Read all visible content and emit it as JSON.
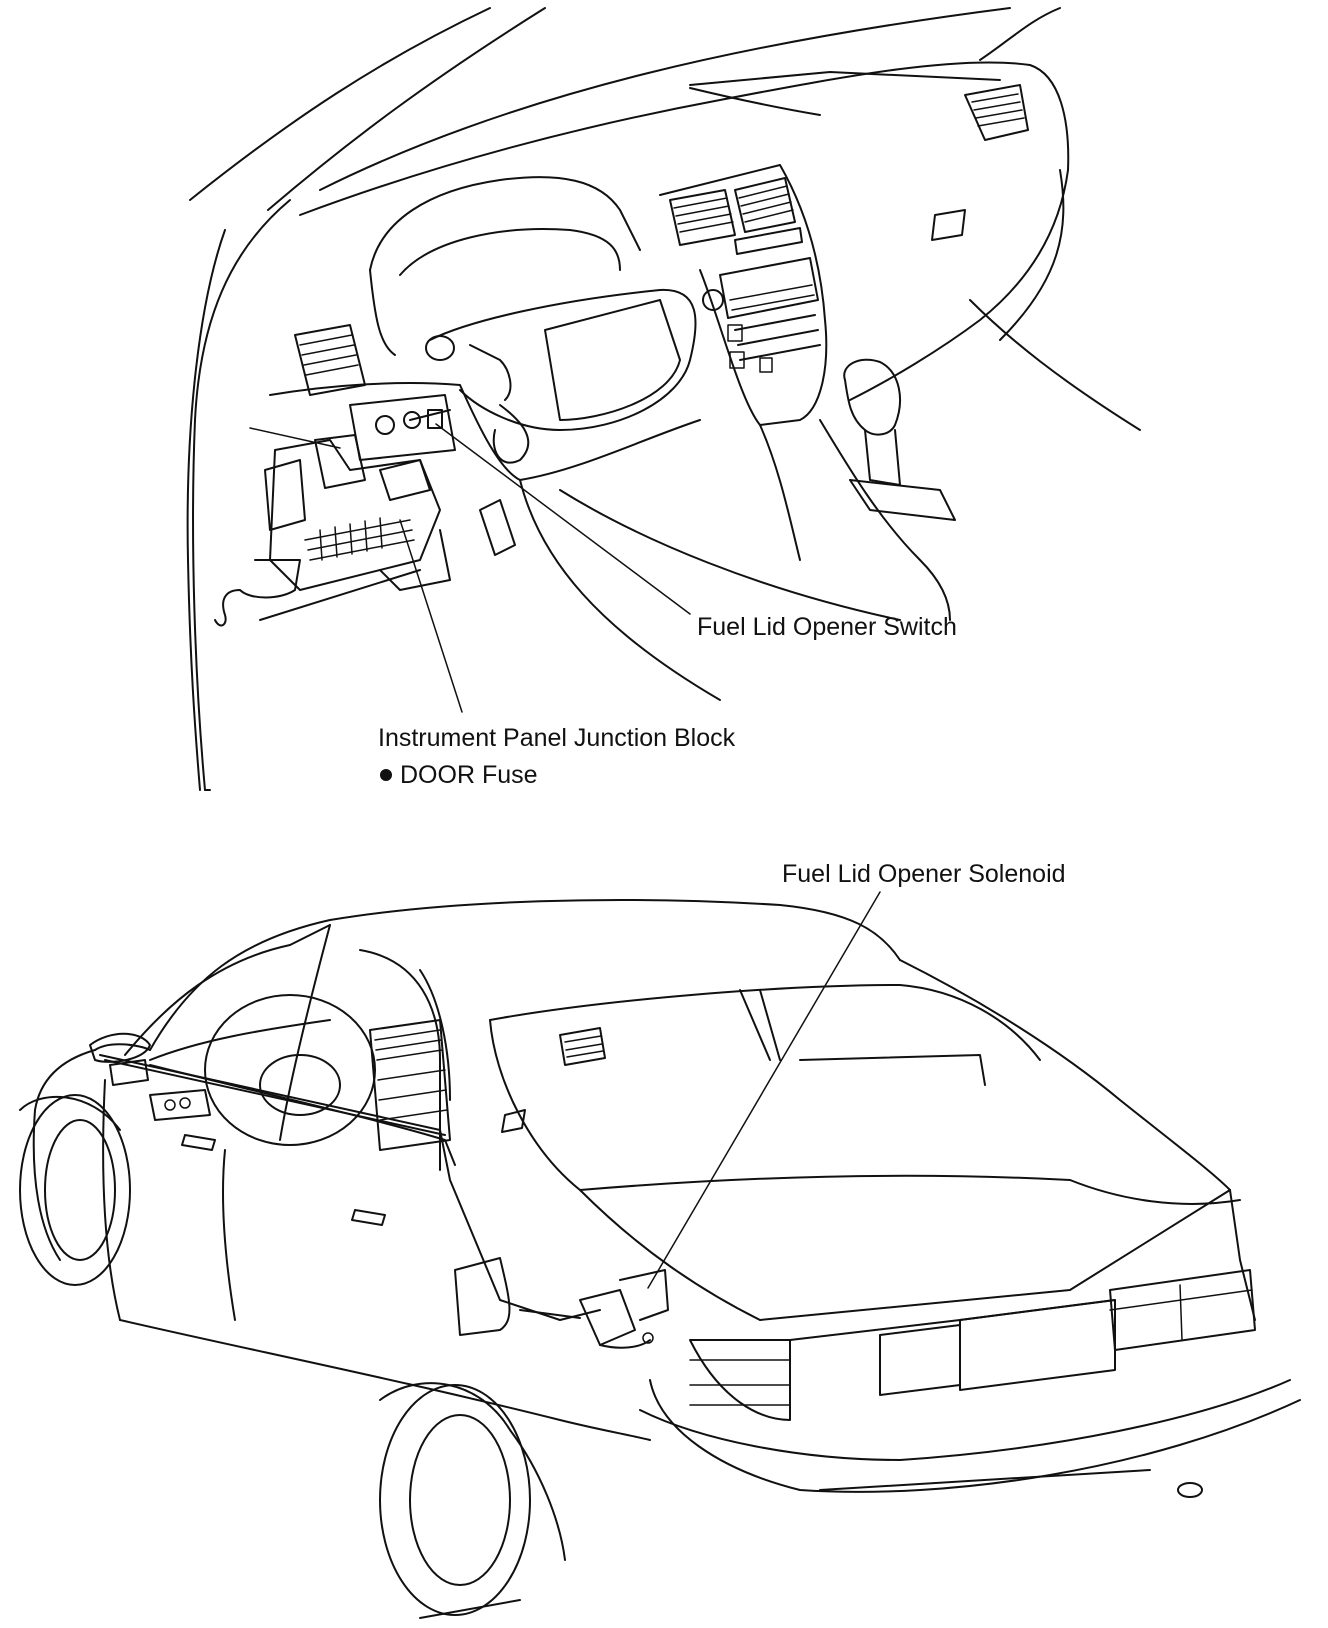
{
  "labels": {
    "fuel_lid_opener_switch": "Fuel Lid Opener Switch",
    "instrument_panel_junction_block": "Instrument Panel Junction Block",
    "door_fuse": "DOOR Fuse",
    "fuel_lid_opener_solenoid": "Fuel Lid Opener Solenoid"
  },
  "icons": {
    "fuse_bullet": "filled-circle-bullet"
  },
  "colors": {
    "line": "#111111",
    "background": "#ffffff"
  }
}
